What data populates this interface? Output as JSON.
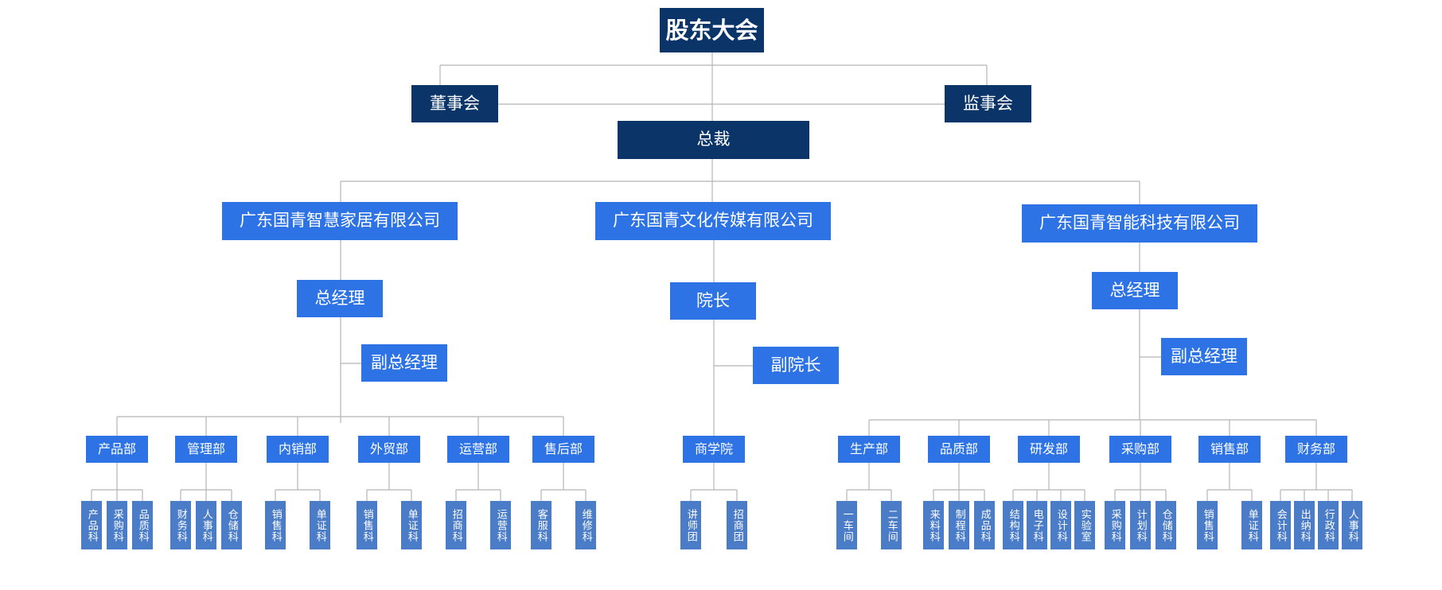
{
  "colors": {
    "top": "#0b3569",
    "company": "#2d73e6",
    "dept": "#2d73e6",
    "section": "#4a7cc7",
    "line": "#b5b5b5"
  },
  "nodes": {
    "shareholders": "股东大会",
    "board": "董事会",
    "supervisors": "监事会",
    "president": "总裁",
    "c1": {
      "name": "广东国青智慧家居有限公司",
      "gm": "总经理",
      "dgm": "副总经理",
      "depts": [
        {
          "name": "产品部",
          "subs": [
            "产品科",
            "采购科",
            "品质科"
          ]
        },
        {
          "name": "管理部",
          "subs": [
            "财务科",
            "人事科",
            "仓储科"
          ]
        },
        {
          "name": "内销部",
          "subs": [
            "销售科",
            "单证科"
          ]
        },
        {
          "name": "外贸部",
          "subs": [
            "销售科",
            "单证科"
          ]
        },
        {
          "name": "运营部",
          "subs": [
            "招商科",
            "运营科"
          ]
        },
        {
          "name": "售后部",
          "subs": [
            "客服科",
            "维修科"
          ]
        }
      ]
    },
    "c2": {
      "name": "广东国青文化传媒有限公司",
      "head": "院长",
      "vice": "副院长",
      "depts": [
        {
          "name": "商学院",
          "subs": [
            "讲师团",
            "招商团"
          ]
        }
      ]
    },
    "c3": {
      "name": "广东国青智能科技有限公司",
      "gm": "总经理",
      "dgm": "副总经理",
      "depts": [
        {
          "name": "生产部",
          "subs": [
            "一车间",
            "二车间"
          ]
        },
        {
          "name": "品质部",
          "subs": [
            "来料科",
            "制程科",
            "成品科"
          ]
        },
        {
          "name": "研发部",
          "subs": [
            "结构科",
            "电子科",
            "设计科",
            "实验室"
          ]
        },
        {
          "name": "采购部",
          "subs": [
            "采购科",
            "计划科",
            "仓储科"
          ]
        },
        {
          "name": "销售部",
          "subs": [
            "销售科",
            "单证科"
          ]
        },
        {
          "name": "财务部",
          "subs": [
            "会计科",
            "出纳科",
            "行政科",
            "人事科"
          ]
        }
      ]
    }
  }
}
